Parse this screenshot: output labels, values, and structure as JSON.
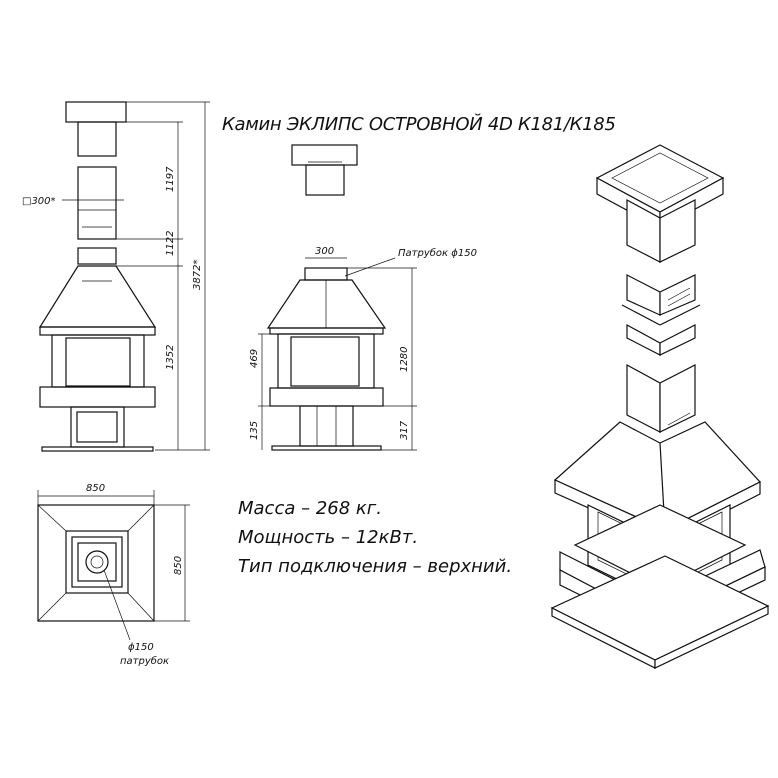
{
  "title": "Камин ЭКЛИПС ОСТРОВНОЙ 4D К181/К185",
  "specs": {
    "mass": "Масса – 268 кг.",
    "power": "Мощность – 12кВт.",
    "connection": "Тип подключения – верхний."
  },
  "front_view": {
    "square_label": "□300*",
    "dim_1197": "1197",
    "dim_1122": "1122",
    "dim_3872": "3872*",
    "dim_1352": "1352"
  },
  "side_view": {
    "dim_300": "300",
    "pipe_label": "Патрубок ϕ150",
    "dim_469": "469",
    "dim_135": "135",
    "dim_1280": "1280",
    "dim_317": "317"
  },
  "plan_view": {
    "dim_850_top": "850",
    "dim_850_side": "850",
    "pipe_diam": "ϕ150",
    "pipe_word": "патрубок"
  }
}
